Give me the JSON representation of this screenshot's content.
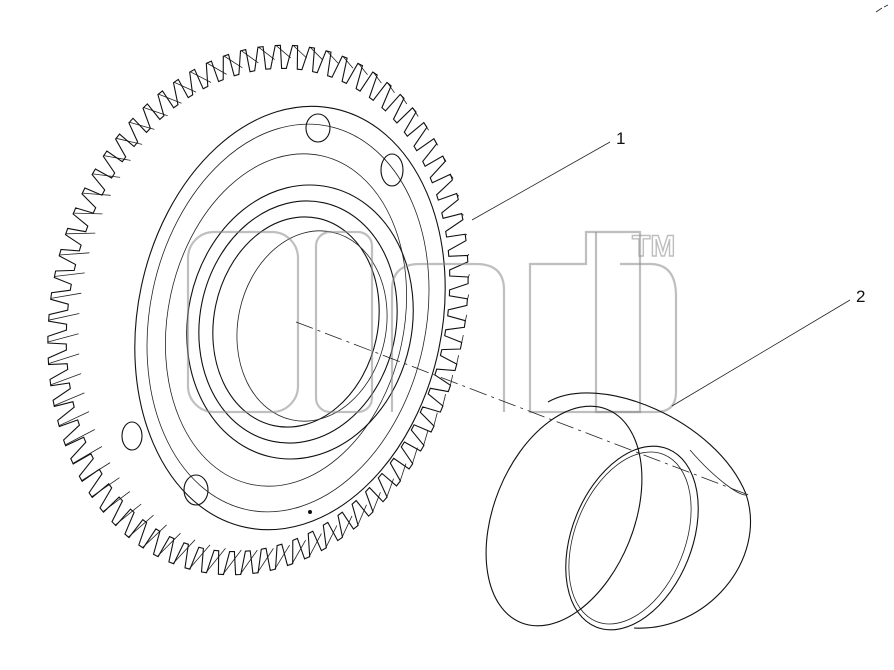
{
  "callouts": [
    {
      "number": "1"
    },
    {
      "number": "2"
    }
  ],
  "watermark": {
    "trademark": "TM"
  },
  "colors": {
    "line": "#111111",
    "watermark": "#8a8a8a",
    "background": "#ffffff"
  }
}
